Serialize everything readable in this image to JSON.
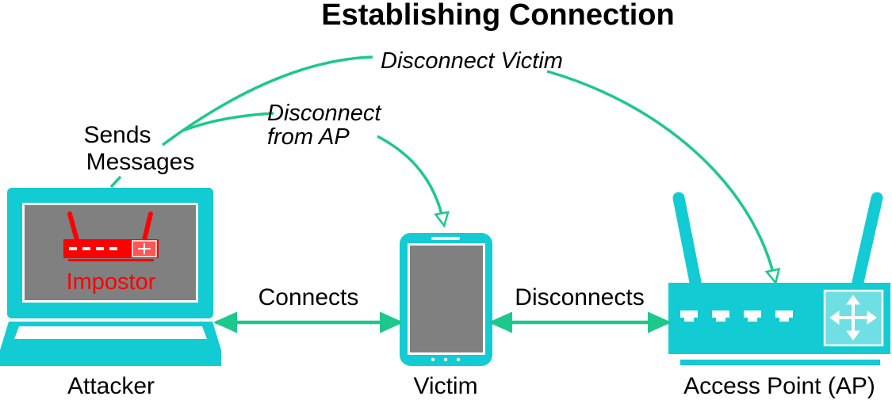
{
  "title": "Establishing Connection",
  "labels": {
    "sends_line1": "Sends",
    "sends_line2": "Messages",
    "disconnect_victim": "Disconnect Victim",
    "disconnect_ap_line1": "Disconnect",
    "disconnect_ap_line2": "from AP",
    "connects": "Connects",
    "disconnects": "Disconnects",
    "impostor": "Impostor"
  },
  "nodes": {
    "attacker": "Attacker",
    "victim": "Victim",
    "access_point": "Access Point (AP)"
  },
  "colors": {
    "device": "#13cbd3",
    "arrow": "#1cc88c",
    "screen": "#808080",
    "impostor": "#ff0000"
  }
}
